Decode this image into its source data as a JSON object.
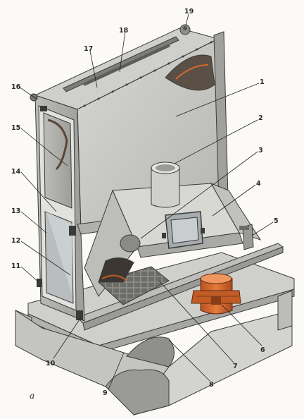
{
  "figure": {
    "subfigure_label": "а",
    "callouts": [
      {
        "id": "1",
        "text": "1"
      },
      {
        "id": "2",
        "text": "2"
      },
      {
        "id": "3",
        "text": "3"
      },
      {
        "id": "4",
        "text": "4"
      },
      {
        "id": "5",
        "text": "5"
      },
      {
        "id": "6",
        "text": "6"
      },
      {
        "id": "7",
        "text": "7"
      },
      {
        "id": "8",
        "text": "8"
      },
      {
        "id": "9",
        "text": "9"
      },
      {
        "id": "10",
        "text": "10"
      },
      {
        "id": "11",
        "text": "11"
      },
      {
        "id": "12",
        "text": "12"
      },
      {
        "id": "13",
        "text": "13"
      },
      {
        "id": "14",
        "text": "14"
      },
      {
        "id": "15",
        "text": "15"
      },
      {
        "id": "16",
        "text": "16"
      },
      {
        "id": "17",
        "text": "17"
      },
      {
        "id": "18",
        "text": "18"
      },
      {
        "id": "19",
        "text": "19"
      }
    ]
  },
  "colors": {
    "panel": "#c9c9c6",
    "panel_dark": "#a8a8a4",
    "outline": "#3a3a3a",
    "accent_orange": "#d7692d",
    "glass": "#b9bdc0"
  }
}
